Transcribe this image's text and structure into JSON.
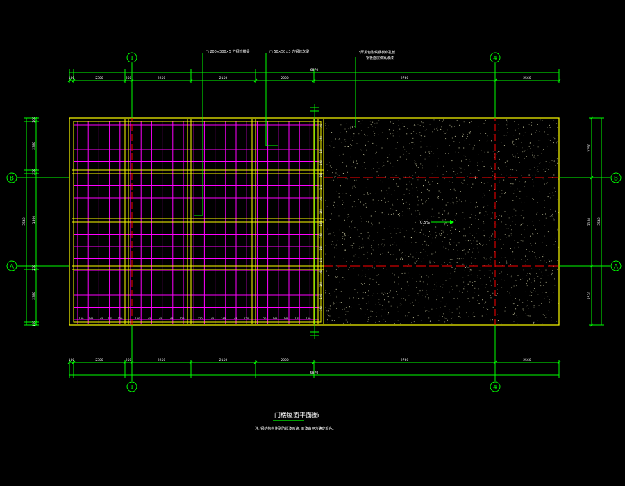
{
  "colors": {
    "background": "#000000",
    "dimension": "#00ff00",
    "frame": "#ffff00",
    "grid": "#ff00ff",
    "axis_red": "#ff0000",
    "speckle": "#c8c8a0",
    "axis_label": "#00ff00",
    "title": "#ffffff"
  },
  "axes": {
    "vertical": [
      {
        "label": "1"
      },
      {
        "label": "4"
      }
    ],
    "horizontal": [
      {
        "label": "B"
      },
      {
        "label": "A"
      }
    ]
  },
  "callouts": [
    {
      "text": "□ 200×300×5 方钢管横梁"
    },
    {
      "text": "□ 50×50×3 方钢管次梁"
    },
    {
      "text": "3厚黑色耐候钢板穿孔板"
    },
    {
      "text": "钢板面层做氟碳漆"
    }
  ],
  "top_dims": {
    "overall": "6870",
    "segments": [
      "100",
      "2300",
      "250",
      "2250",
      "2150",
      "2000",
      "2760",
      "2560"
    ]
  },
  "bottom_dims": {
    "overall": "6870",
    "segments": [
      "100",
      "2300",
      "250",
      "2250",
      "2150",
      "2000",
      "2760",
      "2560"
    ]
  },
  "left_dims": {
    "overall": "3540",
    "segments": [
      "100",
      "2380",
      "250",
      "1860",
      "250",
      "2380",
      "100"
    ]
  },
  "right_dims": {
    "overall": "3540",
    "segments": [
      "2750",
      "3140",
      "2530"
    ]
  },
  "slope_label": "0.5%",
  "title": {
    "main": "门楼屋面平面图",
    "scale": "1:50"
  },
  "note": "注: 钢结构构件刷防锈漆两遍, 面漆由甲方确定颜色。"
}
